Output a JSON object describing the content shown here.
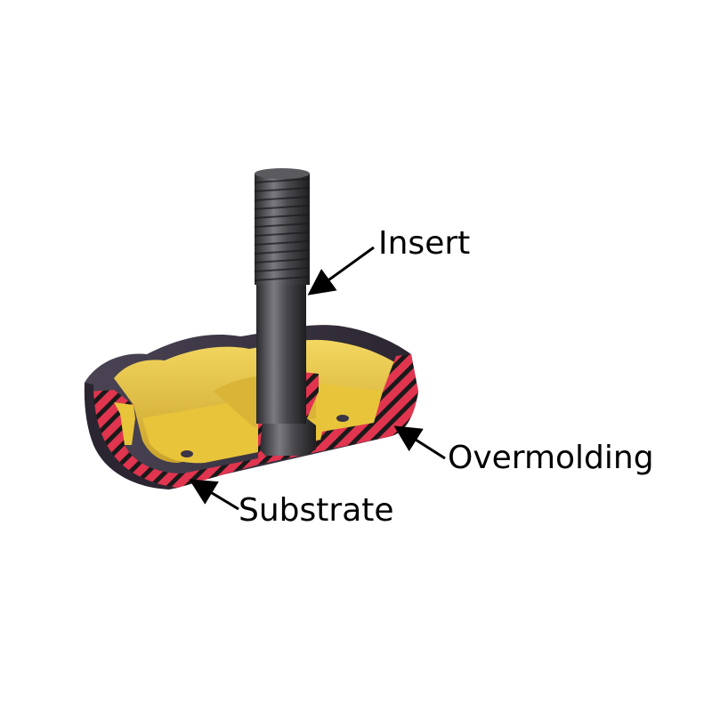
{
  "labels": {
    "insert": "Insert",
    "overmolding": "Overmolding",
    "substrate": "Substrate"
  },
  "colors": {
    "background": "#ffffff",
    "insert_metal": "#4a4a4e",
    "overmolding_outer": "#3a3544",
    "substrate_section": "#e0344f",
    "hatch_lines": "#1a1a1a",
    "substrate_inner": "#e8c43a",
    "substrate_shadow": "#b8921c",
    "text": "#000000"
  }
}
